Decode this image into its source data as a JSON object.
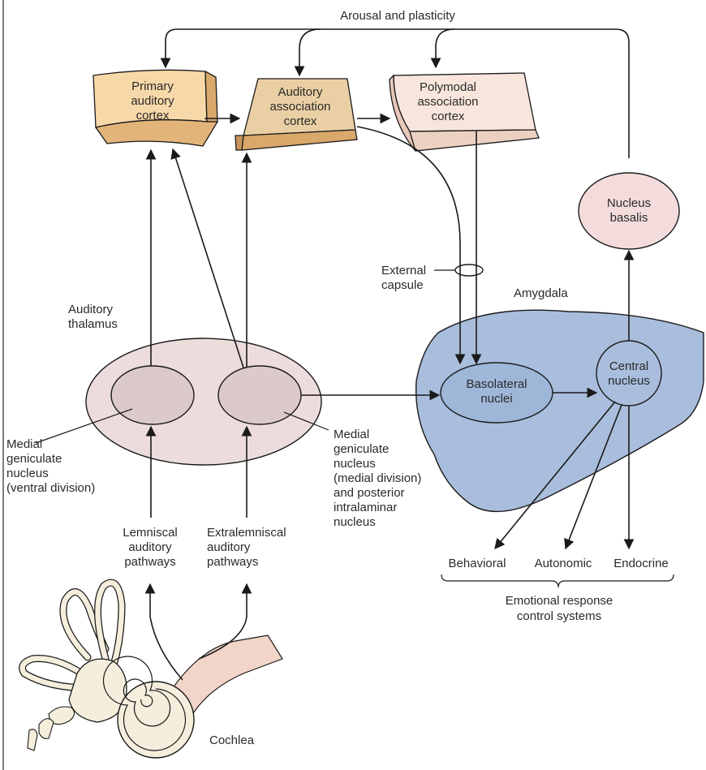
{
  "colors": {
    "primary_cortex": "#f7d8a8",
    "association_cortex": "#e9cfa3",
    "polymodal_cortex": "#f8e6dc",
    "cortex_side": "#d9a86b",
    "thalamus": "#ecdcdc",
    "mgn_nucleus": "#dccaca",
    "amygdala": "#a9bedd",
    "basolateral": "#9eb6d8",
    "nucleus_basalis": "#f4dcdc",
    "cochlea": "#f5eedd",
    "nerve": "#f2d4c8",
    "line": "#1a1a1a",
    "text": "#2a2a2a"
  },
  "labels": {
    "arousal": "Arousal and plasticity",
    "primary_cortex": [
      "Primary",
      "auditory",
      "cortex"
    ],
    "assoc_cortex": [
      "Auditory",
      "association",
      "cortex"
    ],
    "polymodal_cortex": [
      "Polymodal",
      "association",
      "cortex"
    ],
    "nucleus_basalis": [
      "Nucleus",
      "basalis"
    ],
    "external_capsule": [
      "External",
      "capsule"
    ],
    "amygdala": "Amygdala",
    "auditory_thalamus": [
      "Auditory",
      "thalamus"
    ],
    "basolateral": [
      "Basolateral",
      "nuclei"
    ],
    "central_nucleus": [
      "Central",
      "nucleus"
    ],
    "mgn_ventral": [
      "Medial",
      "geniculate",
      "nucleus",
      "(ventral division)"
    ],
    "mgn_medial": [
      "Medial",
      "geniculate",
      "nucleus",
      "(medial division)",
      "and posterior",
      "intralaminar",
      "nucleus"
    ],
    "lemniscal": [
      "Lemniscal",
      "auditory",
      "pathways"
    ],
    "extralemniscal": [
      "Extralemniscal",
      "auditory",
      "pathways"
    ],
    "behavioral": "Behavioral",
    "autonomic": "Autonomic",
    "endocrine": "Endocrine",
    "emotional": [
      "Emotional response",
      "control systems"
    ],
    "cochlea": "Cochlea"
  }
}
